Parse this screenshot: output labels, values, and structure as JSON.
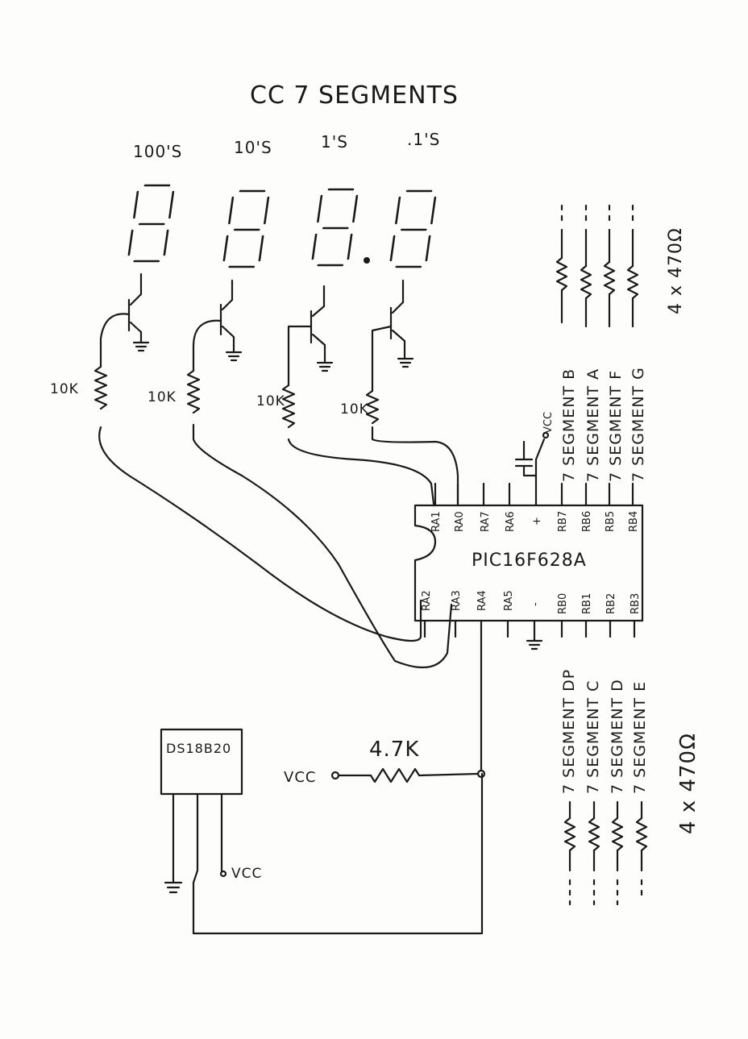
{
  "title": "CC 7 SEGMENTS",
  "digits": [
    {
      "label": "100'S"
    },
    {
      "label": "10'S"
    },
    {
      "label": "1'S"
    },
    {
      "label": ".1'S"
    }
  ],
  "base_resistors": [
    "10K",
    "10K",
    "10K",
    "10K"
  ],
  "chip": {
    "name": "PIC16F628A",
    "top_pins": [
      "RA1",
      "RA0",
      "RA7",
      "RA6",
      "+",
      "RB7",
      "RB6",
      "RB5",
      "RB4"
    ],
    "bottom_pins": [
      "RA2",
      "RA3",
      "RA4",
      "RA5",
      "-",
      "RB0",
      "RB1",
      "RB2",
      "RB3"
    ]
  },
  "top_segment_labels": [
    "7 SEGMENT B",
    "7 SEGMENT A",
    "7 SEGMENT F",
    "7 SEGMENT G"
  ],
  "bottom_segment_labels": [
    "7 SEGMENT DP",
    "7 SEGMENT C",
    "7 SEGMENT D",
    "7 SEGMENT E"
  ],
  "top_resistor_note": "4 x 470Ω",
  "bottom_resistor_note": "4 x 470Ω",
  "vcc_label": "VCC",
  "sensor": {
    "name": "DS18B20",
    "vcc_label": "VCC"
  },
  "pullup": {
    "value": "4.7K",
    "vcc_label": "VCC"
  }
}
